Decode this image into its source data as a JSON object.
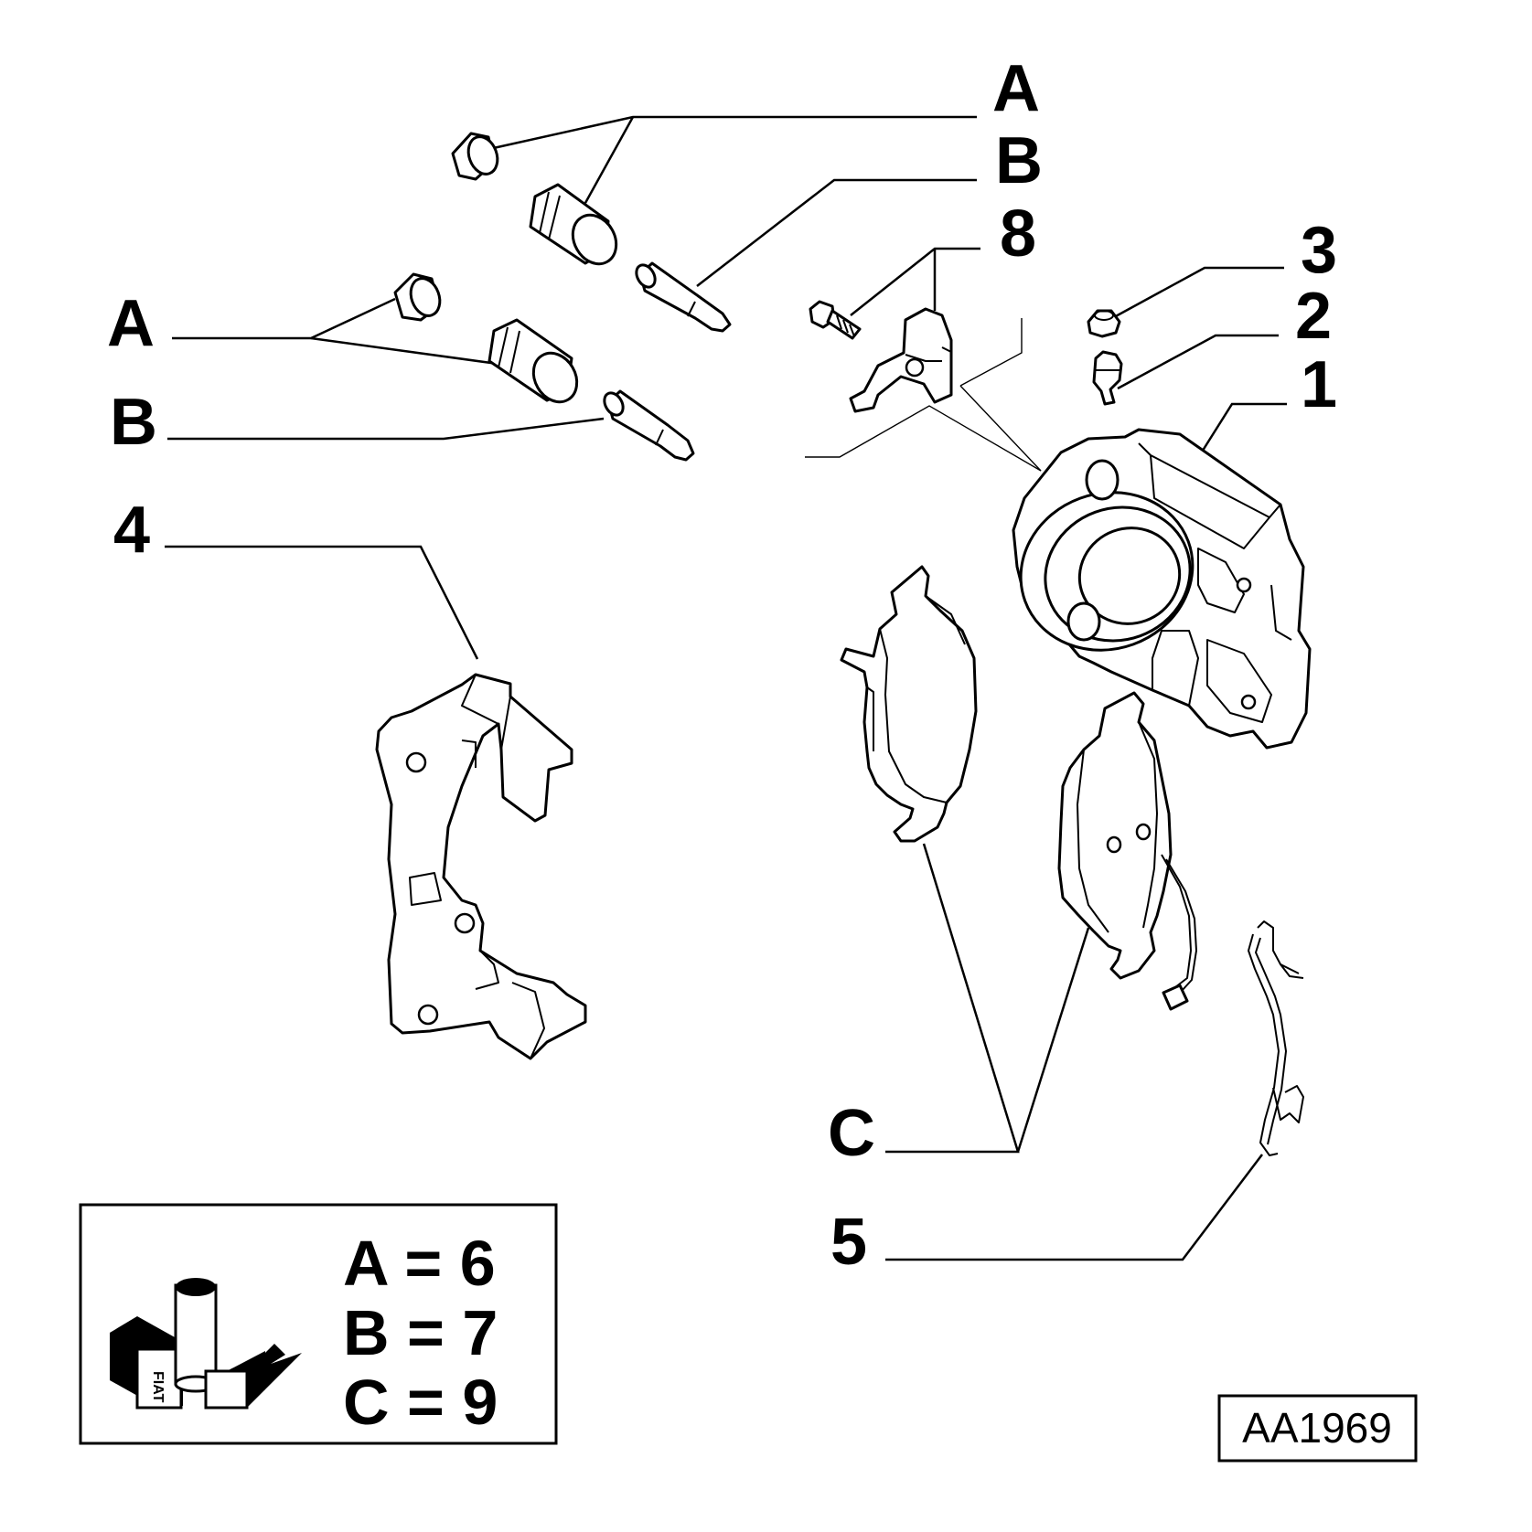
{
  "callouts": {
    "a_top": "A",
    "b_top": "B",
    "n8": "8",
    "n3": "3",
    "n2": "2",
    "n1": "1",
    "a_left": "A",
    "b_left": "B",
    "n4": "4",
    "c": "C",
    "n5": "5"
  },
  "legend": {
    "line_a": "A = 6",
    "line_b": "B = 7",
    "line_c": "C = 9",
    "brand_logo": "FIAT"
  },
  "drawing_code": "AA1969",
  "icons": {
    "kit": "fiat-kit-icon"
  }
}
